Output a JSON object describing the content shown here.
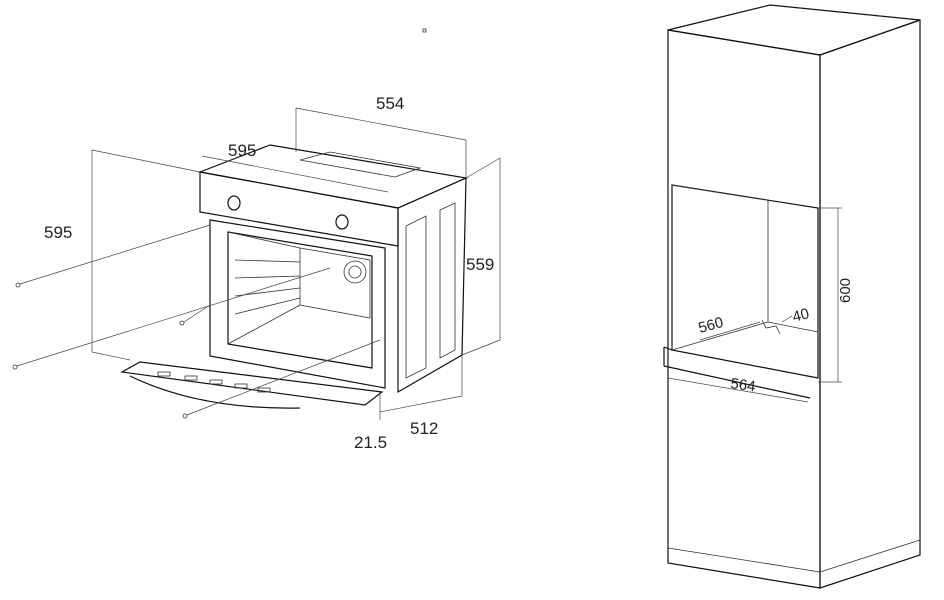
{
  "oven": {
    "dimensions": {
      "width_top": "554",
      "width_front": "595",
      "height_front": "595",
      "height_body": "559",
      "depth": "512",
      "door_offset": "21.5"
    }
  },
  "cabinet": {
    "dimensions": {
      "niche_depth": "560",
      "niche_height": "600",
      "niche_width": "564",
      "vent_gap": "40"
    }
  }
}
